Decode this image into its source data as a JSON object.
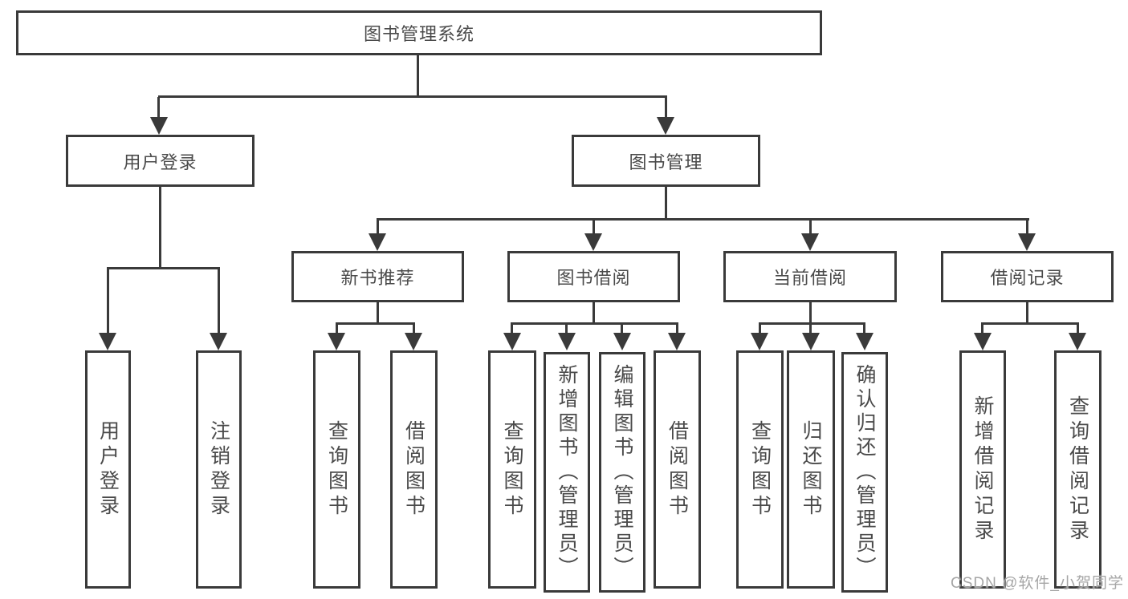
{
  "tree": {
    "label": "图书管理系统",
    "children": [
      {
        "label": "用户登录",
        "children": [
          {
            "label": "用户登录"
          },
          {
            "label": "注销登录"
          }
        ]
      },
      {
        "label": "图书管理",
        "children": [
          {
            "label": "新书推荐",
            "children": [
              {
                "label": "查询图书"
              },
              {
                "label": "借阅图书"
              }
            ]
          },
          {
            "label": "图书借阅",
            "children": [
              {
                "label": "查询图书"
              },
              {
                "label": "新增图书（管理员）"
              },
              {
                "label": "编辑图书（管理员）"
              },
              {
                "label": "借阅图书"
              }
            ]
          },
          {
            "label": "当前借阅",
            "children": [
              {
                "label": "查询图书"
              },
              {
                "label": "归还图书"
              },
              {
                "label": "确认归还（管理员）"
              }
            ]
          },
          {
            "label": "借阅记录",
            "children": [
              {
                "label": "新增借阅记录"
              },
              {
                "label": "查询借阅记录"
              }
            ]
          }
        ]
      }
    ]
  },
  "watermark": {
    "text": "CSDN @软件_小贺同学"
  },
  "colors": {
    "line": "#3a3a3a",
    "text": "#4a4a4a",
    "watermark": "#a6a6a6",
    "background": "#ffffff"
  }
}
